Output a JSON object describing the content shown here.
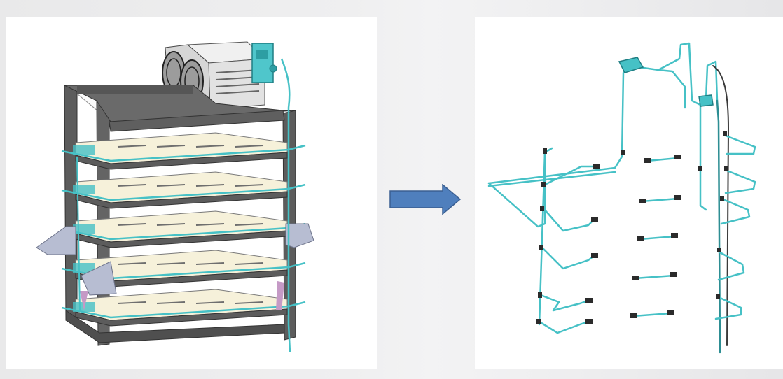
{
  "figure": {
    "left_panel": {
      "label": "",
      "depicts": "rack-assembly"
    },
    "right_panel": {
      "label": "",
      "depicts": "tubing-harness"
    },
    "arrow": {
      "direction": "right"
    }
  },
  "colors": {
    "frame": "#5c5c5c",
    "frame_dark": "#3f3f3f",
    "tray": "#f6f1da",
    "tray_slot": "#6f6f6f",
    "tubing": "#46c1c6",
    "tubing_dark": "#1f7e83",
    "clamp": "#2b2b2b",
    "bracket": "#b7bdd2",
    "pink": "#c59ac6",
    "arrow_fill": "#4f7fbd",
    "arrow_stroke": "#3a5f92",
    "unit_body": "#e2e2e2"
  }
}
